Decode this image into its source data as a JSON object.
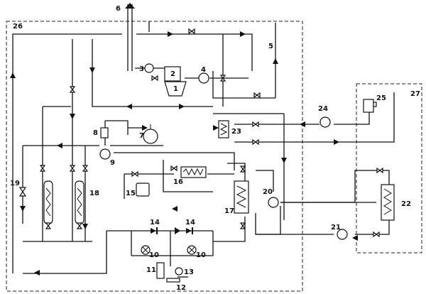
{
  "labels": {
    "l1": "1",
    "l2": "2",
    "l3": "3",
    "l4": "4",
    "l5": "5",
    "l6": "6",
    "l7": "7",
    "l8": "8",
    "l9": "9",
    "l10a": "10",
    "l10b": "10",
    "l11": "11",
    "l12": "12",
    "l13": "13",
    "l14a": "14",
    "l14b": "14",
    "l15": "15",
    "l16": "16",
    "l17": "17",
    "l18": "18",
    "l19": "19",
    "l20": "20",
    "l21": "21",
    "l22": "22",
    "l23": "23",
    "l24": "24",
    "l25": "25",
    "l26": "26",
    "l27": "27"
  }
}
